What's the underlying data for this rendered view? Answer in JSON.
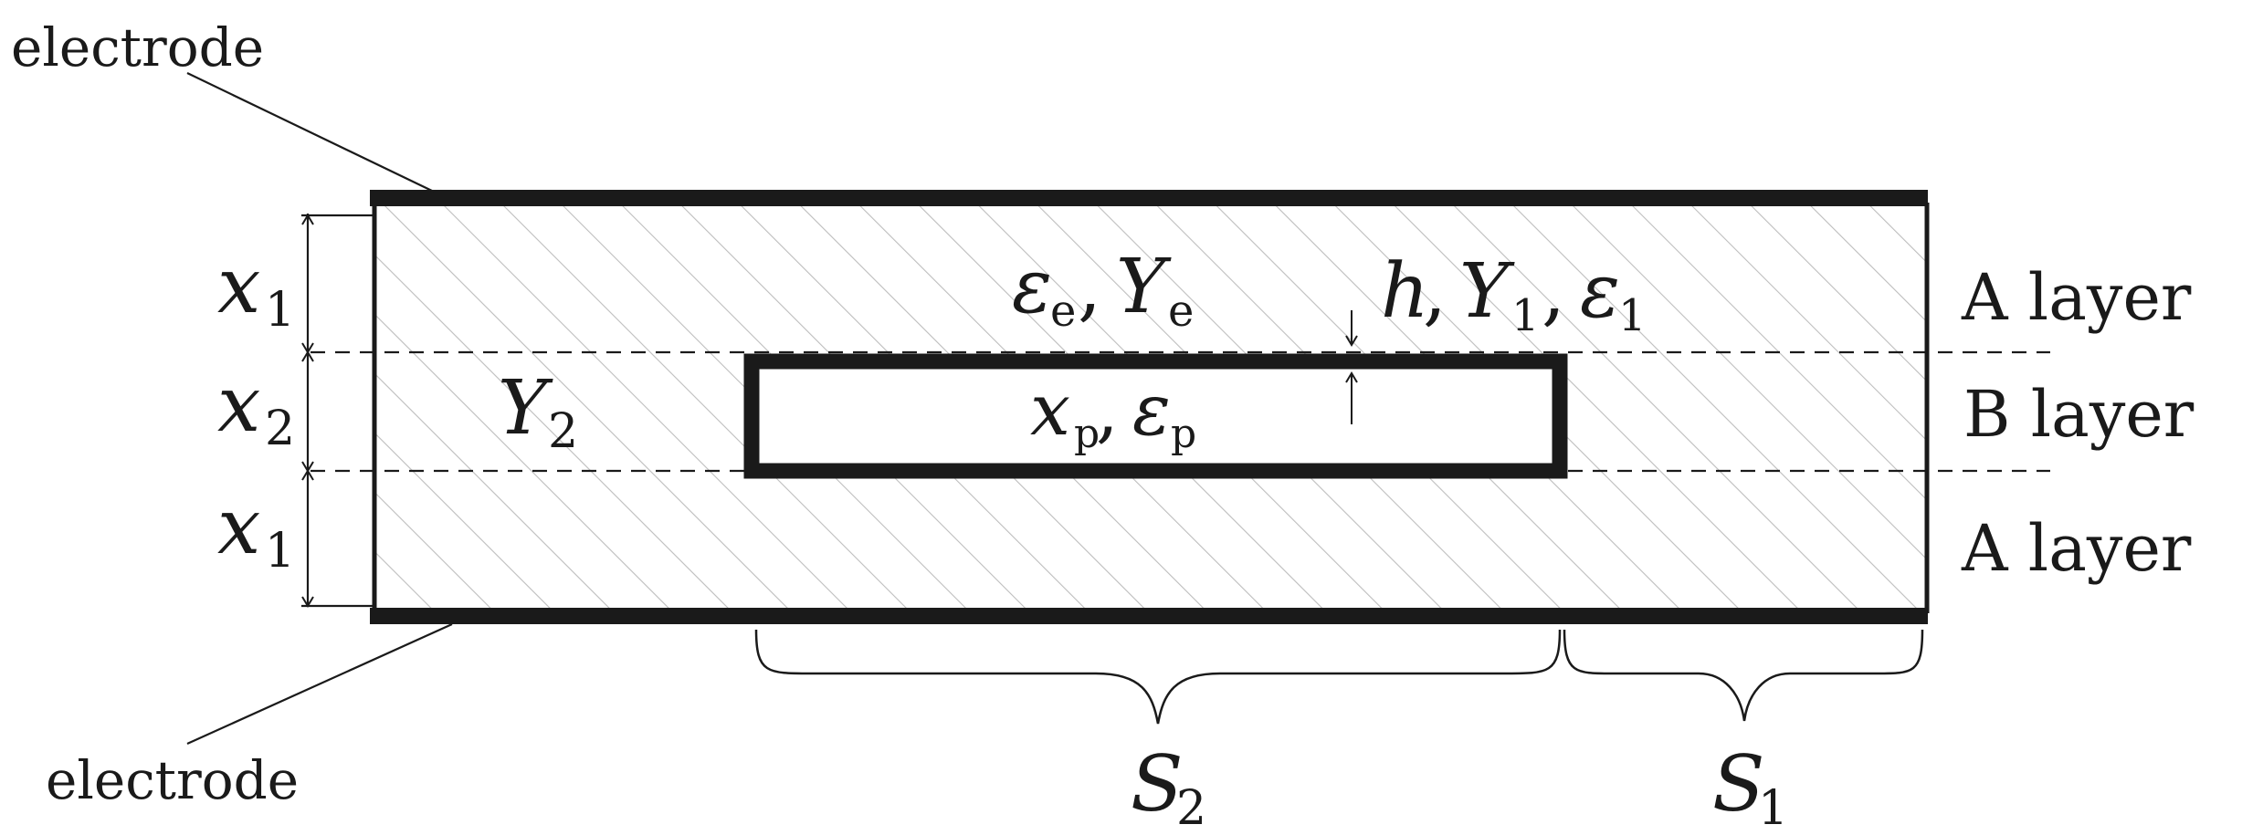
{
  "labels": {
    "electrode_top": "electrode",
    "electrode_bottom": "electrode",
    "a_layer_top": "A layer",
    "b_layer": "B layer",
    "a_layer_bottom": "A layer"
  },
  "symbols": {
    "x1_top": {
      "base": "x",
      "sub": "1"
    },
    "x2": {
      "base": "x",
      "sub": "2"
    },
    "x1_bottom": {
      "base": "x",
      "sub": "1"
    },
    "y2": {
      "base": "Y",
      "sub": "2"
    },
    "eps_e": {
      "base": "ε",
      "sub": "e"
    },
    "comma_1": ",",
    "y_e": {
      "base": "Y",
      "sub": "e"
    },
    "h": "h",
    "comma_2": ",",
    "y_1": {
      "base": "Y",
      "sub": "1"
    },
    "comma_3": ",",
    "eps_1": {
      "base": "ε",
      "sub": "1"
    },
    "x_p": {
      "base": "x",
      "sub": "p"
    },
    "comma_4": ",",
    "eps_p": {
      "base": "ε",
      "sub": "p"
    },
    "s2": {
      "base": "S",
      "sub": "2"
    },
    "s1": {
      "base": "S",
      "sub": "1"
    }
  },
  "colors": {
    "ink": "#1a1a1a",
    "hatch": "#bdbdbd",
    "background": "#ffffff"
  }
}
